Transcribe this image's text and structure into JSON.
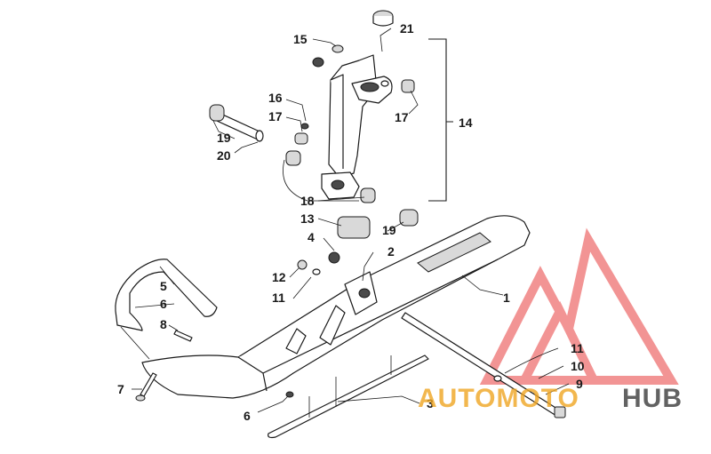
{
  "colors": {
    "line": "#1a1a1a",
    "watermark_red": "#e83c3c",
    "watermark_orange": "#f0a623",
    "watermark_gray": "#3b3b3b"
  },
  "callouts": {
    "c21": "21",
    "c15": "15",
    "c16": "16",
    "c17a": "17",
    "c17b": "17",
    "c14": "14",
    "c19a": "19",
    "c20": "20",
    "c18": "18",
    "c13": "13",
    "c19b": "19",
    "c4": "4",
    "c2": "2",
    "c12": "12",
    "c11a": "11",
    "c5": "5",
    "c6a": "6",
    "c8": "8",
    "c1": "1",
    "c11b": "11",
    "c10": "10",
    "c9": "9",
    "c7": "7",
    "c6b": "6",
    "c3": "3"
  },
  "watermark": {
    "logo_icon": "triangle-m-logo",
    "text_part1": "AUTOMOTO",
    "text_part2": "HUB"
  }
}
